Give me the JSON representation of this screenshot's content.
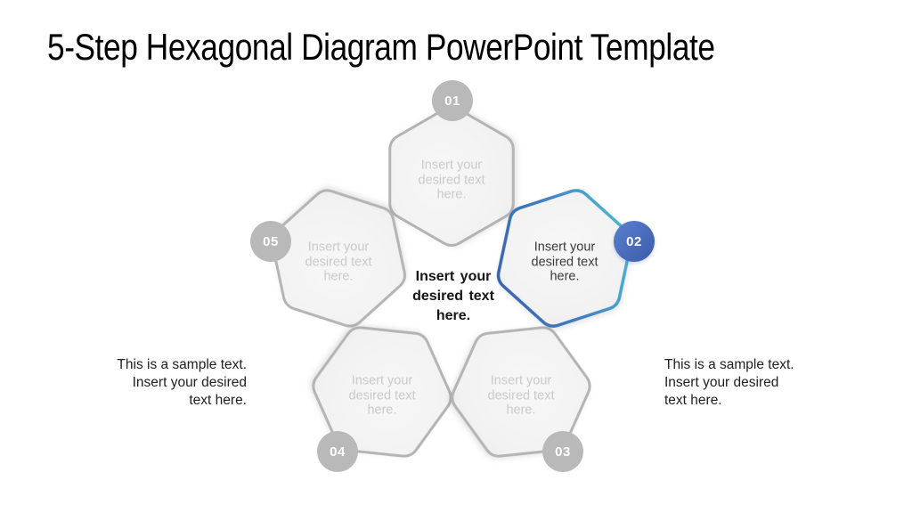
{
  "slide": {
    "title": "5-Step Hexagonal Diagram PowerPoint Template"
  },
  "steps": [
    {
      "number": "01",
      "label": "Insert your\ndesired text\nhere.",
      "state": "default"
    },
    {
      "number": "02",
      "label": "Insert your\ndesired text\nhere.",
      "state": "active"
    },
    {
      "number": "03",
      "label": "Insert your\ndesired text\nhere.",
      "state": "default"
    },
    {
      "number": "04",
      "label": "Insert your\ndesired text\nhere.",
      "state": "default"
    },
    {
      "number": "05",
      "label": "Insert your\ndesired text\nhere.",
      "state": "default"
    }
  ],
  "center_label": "Insert your\ndesired text\nhere.",
  "notes": {
    "left": "This is a sample text.\nInsert your desired\ntext here.",
    "right": "This is a sample text.\nInsert your desired\ntext here."
  },
  "colors": {
    "active_border_start": "#3a61ae",
    "active_border_mid": "#417cc0",
    "active_border_end": "#4cbcd5",
    "active_badge_start": "#5b80d0",
    "active_badge_end": "#3a5ba9",
    "inactive_border": "#b4b4b4",
    "inactive_badge": "#b9b9b9",
    "hex_fill": "#f2f2f3",
    "inactive_text": "#c9cacb",
    "active_text": "#3b3b3c"
  }
}
